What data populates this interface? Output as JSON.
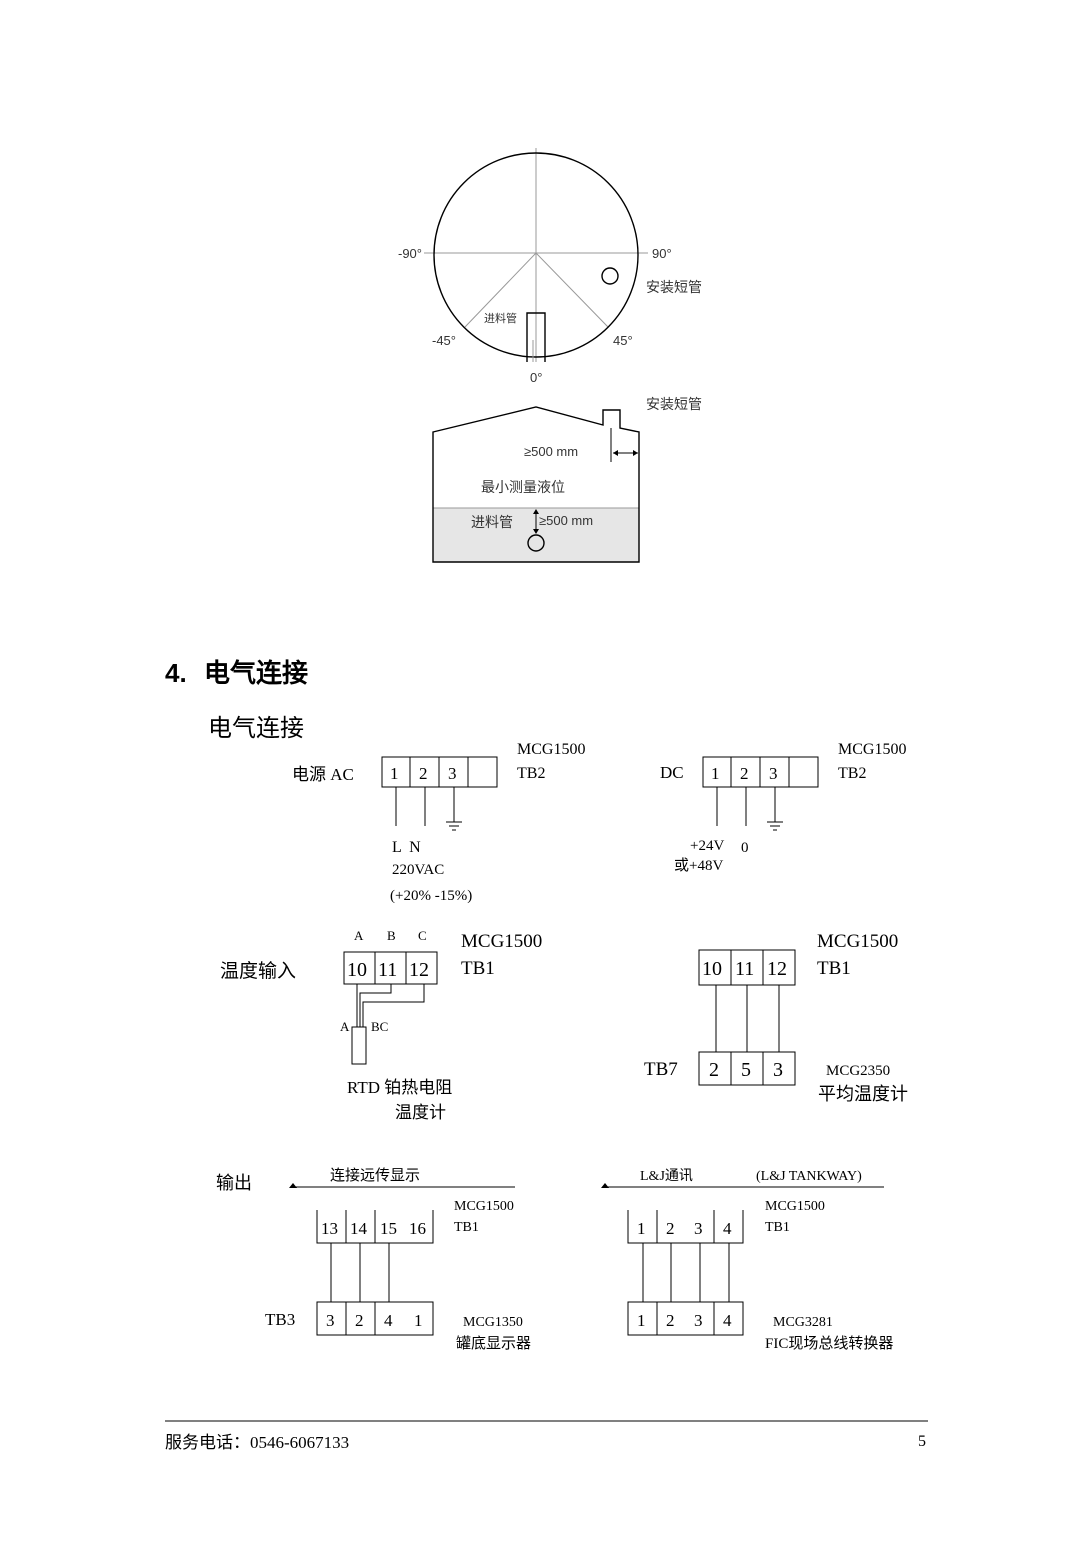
{
  "install_diagram": {
    "angles": {
      "minus90": "-90°",
      "plus90": "90°",
      "minus45": "-45°",
      "plus45": "45°",
      "zero": "0°"
    },
    "nozzle_label": "安装短管",
    "feed_pipe_small": "进料管",
    "nozzle_label_side": "安装短管",
    "distance_top": "≥500 mm",
    "min_level": "最小测量液位",
    "feed_pipe": "进料管",
    "distance_bottom": "≥500 mm"
  },
  "section": {
    "number": "4.",
    "title": "电气连接",
    "subtitle": "电气连接"
  },
  "power_ac": {
    "label": "电源 AC",
    "terminals": [
      "1",
      "2",
      "3"
    ],
    "model": "MCG1500",
    "block": "TB2",
    "wires": "L  N",
    "voltage": "220VAC",
    "tolerance": "(+20% -15%)"
  },
  "power_dc": {
    "label": "DC",
    "terminals": [
      "1",
      "2",
      "3"
    ],
    "model": "MCG1500",
    "block": "TB2",
    "plus": "+24V",
    "zero": "0",
    "alt": "或+48V"
  },
  "temp_rtd": {
    "label": "温度输入",
    "letters": [
      "A",
      "B",
      "C"
    ],
    "terminals": [
      "10",
      "11",
      "12"
    ],
    "model": "MCG1500",
    "block": "TB1",
    "sensor_a": "A",
    "sensor_bc": "BC",
    "sensor_name": "RTD 铂热电阻",
    "sensor_name2": "温度计"
  },
  "temp_avg": {
    "terminals": [
      "10",
      "11",
      "12"
    ],
    "model": "MCG1500",
    "block": "TB1",
    "bottom_block": "TB7",
    "bottom_terminals": [
      "2",
      "5",
      "3"
    ],
    "device_model": "MCG2350",
    "device_name": "平均温度计"
  },
  "output_remote": {
    "label": "输出",
    "title": "连接远传显示",
    "top_terminals": [
      "13",
      "14",
      "15",
      "16"
    ],
    "model": "MCG1500",
    "block": "TB1",
    "bottom_block": "TB3",
    "bottom_terminals": [
      "3",
      "2",
      "4",
      "1"
    ],
    "device_model": "MCG1350",
    "device_name": "罐底显示器"
  },
  "output_lj": {
    "title": "L&J通讯",
    "title2": "(L&J TANKWAY)",
    "top_terminals": [
      "1",
      "2",
      "3",
      "4"
    ],
    "model": "MCG1500",
    "block": "TB1",
    "bottom_terminals": [
      "1",
      "2",
      "3",
      "4"
    ],
    "device_model": "MCG3281",
    "device_name": "FIC现场总线转换器"
  },
  "footer": {
    "phone": "服务电话：0546-6067133",
    "page_number": "5"
  }
}
